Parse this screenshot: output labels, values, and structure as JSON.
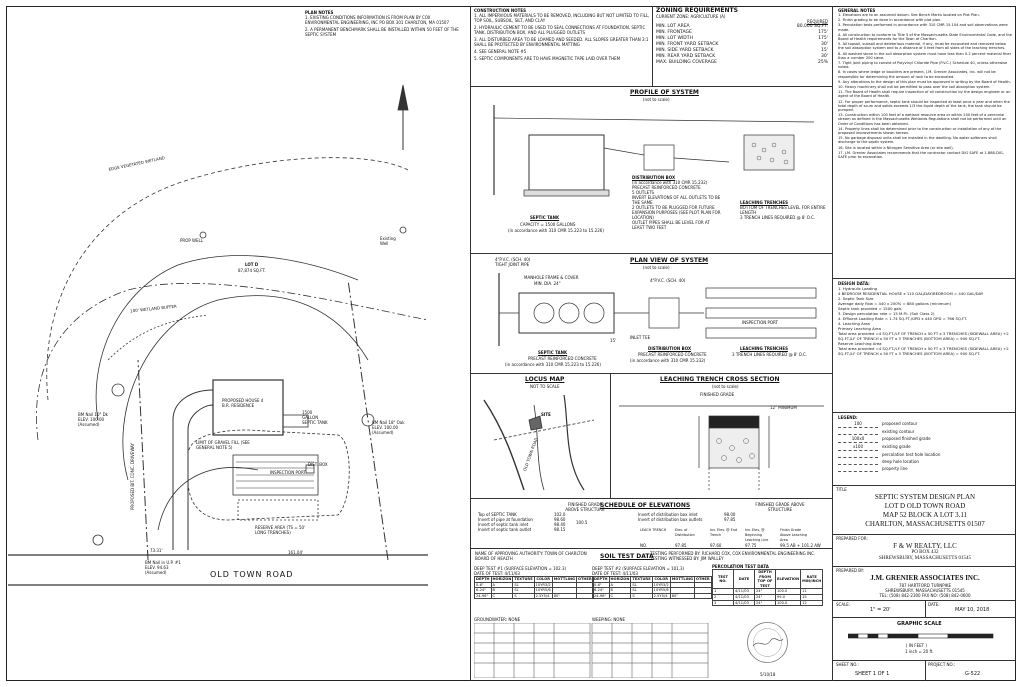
{
  "plan_notes": {
    "heading": "PLAN NOTES",
    "items": [
      "1. EXISTING CONDITIONS INFORMATION IS FROM PLAN BY COX ENVIRONMENTAL ENGINEERING, INC PO BOX 301 CHARLTON, MA 01507",
      "2. A PERMANENT BENCHMARK SHALL BE INSTALLED WITHIN 50 FEET OF THE SEPTIC SYSTEM"
    ]
  },
  "construction_notes": {
    "heading": "CONSTRUCTION NOTES",
    "items": [
      "1. ALL IMPERVIOUS MATERIALS TO BE REMOVED, INCLUDING BUT NOT LIMITED TO FILL, TOP SOIL, SUBSOIL, SILT, AND CLAY",
      "2. HYDRAULIC CEMENT TO BE USED TO SEAL CONNECTIONS AT FOUNDATION, SEPTIC TANK, DISTRIBUTION BOX, AND ALL PLUGGED OUTLETS",
      "3. ALL DISTURBED AREA TO BE LOAMED AND SEEDED. ALL SLOPES GREATER THAN 3:1 SHALL BE PROTECTED BY ENVIRONMENTAL MATTING",
      "4. SEE GENERAL NOTE #5",
      "5. SEPTIC COMPONENTS ARE TO HAVE MAGNETIC TAPE LAID OVER THEM"
    ]
  },
  "zoning": {
    "heading": "ZONING REQUIREMENTS",
    "zone": "CURRENT ZONE: AGRICULTURE (A)",
    "required_label": "REQUIRED",
    "rows": [
      {
        "name": "MIN. LOT AREA",
        "value": "80,000 SQ.FT."
      },
      {
        "name": "MIN. FRONTAGE",
        "value": "175'"
      },
      {
        "name": "MIN. LOT WIDTH",
        "value": "175'"
      },
      {
        "name": "MIN. FRONT YARD SETBACK",
        "value": "30'"
      },
      {
        "name": "MIN. SIDE YARD SETBACK",
        "value": "15'"
      },
      {
        "name": "MIN. REAR YARD SETBACK",
        "value": "30'"
      },
      {
        "name": "MAX. BUILDING COVERAGE",
        "value": "25%"
      }
    ]
  },
  "general_notes": {
    "heading": "GENERAL NOTES",
    "items": [
      "1. Elevations are to an assumed datum. See Bench Marks located on Plot Plan.",
      "2. Finish grading to be done in accordance with plot plan.",
      "3. Percolation tests performed in accordance with 310 CMR 15.104 and soil observations were made.",
      "4. All construction to conform to Title 5 of the Massachusetts State Environmental Code, and the Board of Health requirements for the Town of Charlton.",
      "5. All topsoil, subsoil and deleterious material, if any, must be excavated and removed below the soil absorption system and to a distance of 5 feet from all sides of the leaching trenches.",
      "6. All washed stone in the soil absorption system must have less than 0.2 percent material finer than a number 200 sieve.",
      "7. Tight joint piping to consist of Polyvinyl Chloride Pipe (P.V.C.) Schedule 40, unless otherwise noted.",
      "8. In cases where ledge or boulders are present, J.M. Grenier Associates, Inc. will not be responsible for determining the amount of rock to be excavated.",
      "9. Any alterations to the design of this plan must be approved in writing by the Board of Health.",
      "10. Heavy machinery shall not be permitted to pass over the soil absorption system.",
      "11. The Board of Health shall require inspection of all construction by the design engineer or an agent of the Board of Health.",
      "12. For proper performance, septic tank should be inspected at least once a year and when the total depth of scum and solids exceeds 1/3 the liquid depth of the tank, the tank should be pumped.",
      "13. Construction within 100 feet of a wetland resource area or within 200 feet of a perennial stream as defined in the Massachusetts Wetlands Regulations shall not be performed until an Order of Conditions has been obtained.",
      "14. Property lines shall be determined prior to the construction or installation of any of the proposed improvements shown hereon.",
      "15. No garbage disposal units shall be installed in the dwelling. No water softeners shall discharge to the septic system.",
      "16. Site is located within a Nitrogen Sensitive Area (or site well).",
      "17. J.M. Grenier Associates recommends that the contractor contact DIG SAFE at 1-888-DIG-SAFE prior to excavation."
    ]
  },
  "design_data": {
    "heading": "DESIGN DATA:",
    "lines": [
      "1. Hydraulic Loading",
      "4 BEDROOM RESIDENTIAL HOUSE x 110 GAL/DAY/BEDROOM = 440 GAL/DAY",
      "2. Septic Tank Size",
      "Average daily flow = 440 x 200% = 880 gallons (minimum)",
      "Septic tank provided = 1500 gals",
      "3. Design percolation rate = 15 M.P.I. (Soil Class 2)",
      "4. Effluent Loading Rate = 1.74 SQ.FT./GPD x 440 GPD = 766 SQ.FT.",
      "4. Leaching Area",
      "Primary Leaching Area",
      "Total area provided =4 SQ.FT./LF OF TRENCH x 50 FT x 3 TRENCHES (SIDEWALL AREA) +2 SQ.FT./LF OF TRENCH x 50 FT x 3 TRENCHES (BOTTOM AREA) = 900 SQ.FT.",
      "Reserve Leaching Area",
      "Total area provided =4 SQ.FT./LF OF TRENCH x 50 FT x 3 TRENCHES (SIDEWALL AREA) +2 SQ.FT./LF OF TRENCH x 50 FT x 3 TRENCHES (BOTTOM AREA) = 900 SQ.FT."
    ]
  },
  "legend": {
    "heading": "LEGEND:",
    "items": [
      {
        "symbol": "100",
        "text": "proposed contour"
      },
      {
        "symbol": "",
        "text": "existing contour"
      },
      {
        "symbol": "100x0",
        "text": "proposed finished grade"
      },
      {
        "symbol": "x100",
        "text": "existing grade"
      },
      {
        "symbol": "",
        "text": "percolation test hole location"
      },
      {
        "symbol": "",
        "text": "deep hole location"
      },
      {
        "symbol": "",
        "text": "property line"
      }
    ]
  },
  "title_block": {
    "title_label": "TITLE",
    "title_lines": [
      "SEPTIC SYSTEM DESIGN PLAN",
      "LOT D OLD TOWN ROAD",
      "MAP 52 BLOCK A LOT 3.11",
      "CHARLTON, MASSACHUSETTS 01507"
    ],
    "prepared_for_label": "PREPARED FOR:",
    "client_lines": [
      "F & W REALTY, LLC",
      "PO BOX 432",
      "SHREWSBURY, MASSACHUSETTS 01545"
    ],
    "prepared_by_label": "PREPARED BY:",
    "firm": "J.M. GRENIER ASSOCIATES INC.",
    "firm_lines": [
      "787 HARTFORD TURNPIKE",
      "SHREWSBURY, MASSACHUSETTS 01545",
      "TEL: (508) 842-2300    FAX NO: (508) 842-0600"
    ],
    "scale_label": "SCALE:",
    "scale_value": "1\" = 20'",
    "date_label": "DATE:",
    "date_value": "MAY 10, 2018",
    "graphic_scale": "GRAPHIC SCALE",
    "graphic_scale_feet": "( IN FEET )",
    "graphic_scale_ratio": "1 inch = 20 ft.",
    "sheet_no_label": "SHEET NO.:",
    "sheet_value": "SHEET 1 OF 1",
    "project_no_label": "PROJECT NO.:",
    "project_value": "G-522"
  },
  "profile": {
    "title": "PROFILE OF SYSTEM",
    "sub": "(not to scale)",
    "septic_tank": "SEPTIC TANK",
    "septic_tank_sub": "CAPACITY = 1500 GALLONS",
    "septic_tank_sub2": "(in accordance with 310 CMR 15.223 to 15.226)",
    "dbox": "DISTRIBUTION BOX",
    "dbox_lines": [
      "(in accordance with 310 CMR 15.232)",
      "PRECAST REINFORCED CONCRETE",
      "5 OUTLETS",
      "INVERT ELEVATIONS OF ALL OUTLETS TO BE THE SAME",
      "2 OUTLETS TO BE PLUGGED FOR FUTURE EXPANSION PURPOSES (SEE PLOT PLAN FOR LOCATION)",
      "OUTLET PIPES SHALL BE LEVEL FOR AT LEAST TWO FEET"
    ],
    "trenches": "LEACHING TRENCHES",
    "trenches_lines": [
      "BOTTOM OF TRENCHES LEVEL FOR ENTIRE LENGTH",
      "3 TRENCH LINES REQUIRED @ 8' O.C."
    ]
  },
  "plan_view": {
    "title": "PLAN VIEW OF SYSTEM",
    "sub": "(not to scale)",
    "septic_tank": "SEPTIC TANK",
    "septic_tank_sub": "PRECAST REINFORCED CONCRETE",
    "septic_tank_sub2": "(in accordance with 310 CMR 15.223 to 15.226)",
    "dbox": "DISTRIBUTION BOX",
    "dbox_sub": "PRECAST REINFORCED CONCRETE",
    "dbox_sub2": "(in accordance with 310 CMR 15.232)",
    "trenches": "LEACHING TRENCHES",
    "trenches_sub": "3 TRENCH LINES REQUIRED @ 8' O.C.",
    "pipe1": "4\"P.V.C. (SCH. 40)",
    "pipe1_sub": "TIGHT JOINT PIPE",
    "manhole": "MANHOLE FRAME & COVER",
    "manhole_sub": "MIN. DIA. 24\"",
    "pipe2": "4\"P.V.C. (SCH. 40)",
    "inlet": "INLET TEE",
    "inspection": "INSPECTION PORT",
    "dim15": "15'"
  },
  "locus": {
    "title": "LOCUS MAP",
    "sub": "NOT TO SCALE",
    "site": "SITE",
    "street": "OLD TOWN ROAD"
  },
  "trench_section": {
    "title": "LEACHING TRENCH CROSS SECTION",
    "sub": "(not to scale)",
    "finished_grade": "FINISHED GRADE",
    "min_note": "12\" MINIMUM"
  },
  "elevations": {
    "title": "SCHEDULE OF ELEVATIONS",
    "col1": [
      "Top of SEPTIC TANK",
      "Invert of pipe at foundation",
      "Invert of septic tank inlet",
      "Invert of septic tank outlet"
    ],
    "col1_vals": [
      "102.0",
      "98.60",
      "98.40",
      "98.15"
    ],
    "col2": [
      "Invert of distribution box inlet",
      "Invert of distribution box outlets"
    ],
    "col2_vals": [
      "98.00",
      "97.85"
    ],
    "finished_grade": "FINISHED GRADE ABOVE STRUCTURE",
    "fg_val": "100.5",
    "trench_headers": [
      "LEACH TRENCH",
      "Elev. of Distribution",
      "Inv. Elev. @ End Trench",
      "Inv. Elev. @ Beginning Leaching Line",
      "Finish Grade Above Leaching Area"
    ],
    "trench_row": [
      "NO.",
      "97.85",
      "97.60",
      "97.75",
      "99.5 AB + 101.2 AW"
    ]
  },
  "soil_test": {
    "title": "SOIL TEST DATA",
    "approving_authority": "NAME OF APPROVING AUTHORITY: TOWN OF CHARLTON BOARD OF HEALTH",
    "tester": "TESTING PERFORMED BY: RICHARD COX, COX ENVIRONMENTAL ENGINEERING INC. TESTING WITNESSED BY: JIM WALLEY",
    "deep_holes": [
      {
        "hole": "DEEP TEST #1",
        "elev": "(SURFACE ELEVATION = 102.3)",
        "date": "DATE OF TEST: 4/11/03"
      },
      {
        "hole": "DEEP TEST #2",
        "elev": "(SURFACE ELEVATION = 101.3)",
        "date": "DATE OF TEST: 4/11/03"
      }
    ],
    "columns": [
      "DEPTH",
      "HORIZON",
      "TEXTURE",
      "COLOR",
      "MOTTLING",
      "OTHER"
    ],
    "rows_a": [
      [
        "0-6\"",
        "A",
        "SL",
        "10YR3/2",
        "",
        ""
      ],
      [
        "6-24\"",
        "B",
        "SL",
        "10YR5/6",
        "",
        ""
      ],
      [
        "24-96\"",
        "C",
        "S",
        "2.5Y5/4",
        "80\"",
        ""
      ]
    ],
    "rows_b": [
      [
        "0-6\"",
        "A",
        "SL",
        "10YR3/2",
        "",
        ""
      ],
      [
        "6-24\"",
        "B",
        "SL",
        "10YR5/6",
        "",
        ""
      ],
      [
        "24-96\"",
        "C",
        "S",
        "2.5Y5/4",
        "80\"",
        ""
      ]
    ],
    "groundwater": "GROUNDWATER: NONE",
    "observed": "WEEPING: NONE",
    "perc_title": "PERCOLATION TEST DATA",
    "perc_cols": [
      "TEST NO.",
      "DATE",
      "DEPTH FROM TOP OF TEST",
      "ELEVATION",
      "RATE MIN/INCH"
    ],
    "perc_rows": [
      [
        "1",
        "4/11/03",
        "24\"",
        "100.0",
        "11"
      ],
      [
        "2",
        "4/11/03",
        "24\"",
        "99.0",
        "15"
      ],
      [
        "3",
        "4/11/03",
        "24\"",
        "100.0",
        "12"
      ]
    ],
    "date_sig": "5/10/18"
  },
  "site": {
    "road": "OLD TOWN ROAD",
    "lot": "LOT D",
    "lot_area": "87,874 SQ.FT.",
    "wetland": "EDGE VEGETATED WETLAND",
    "buffer": "100' WETLAND BUFFER",
    "well": "PROP WELL",
    "house": "PROPOSED HOUSE 4 B.R. RESIDENCE",
    "tank_label": "1500 GALLON SEPTIC TANK",
    "dbox_label": "DIST. BOX",
    "gravel": "LIMIT OF GRAVEL FILL (SEE GENERAL NOTE 5)",
    "reserve": "RESERVE AREA (TS = 50' LONG TRENCHES)",
    "inspection": "INSPECTION PORT",
    "bm1": "BM Nail 10\" Dk ELEV. 100.00 (Assumed)",
    "bm2": "BM Nail 18\" Oak ELEV. 100.00 (Assumed)",
    "bm3": "BM Nail in U.P. #1 ELEV. 94.63 (Assumed)",
    "existing_well": "Existing Well",
    "dist1": "73.31'",
    "dist2": "161.04'",
    "driveway": "PROPOSED BIT. CONC. DRIVEWAY"
  }
}
